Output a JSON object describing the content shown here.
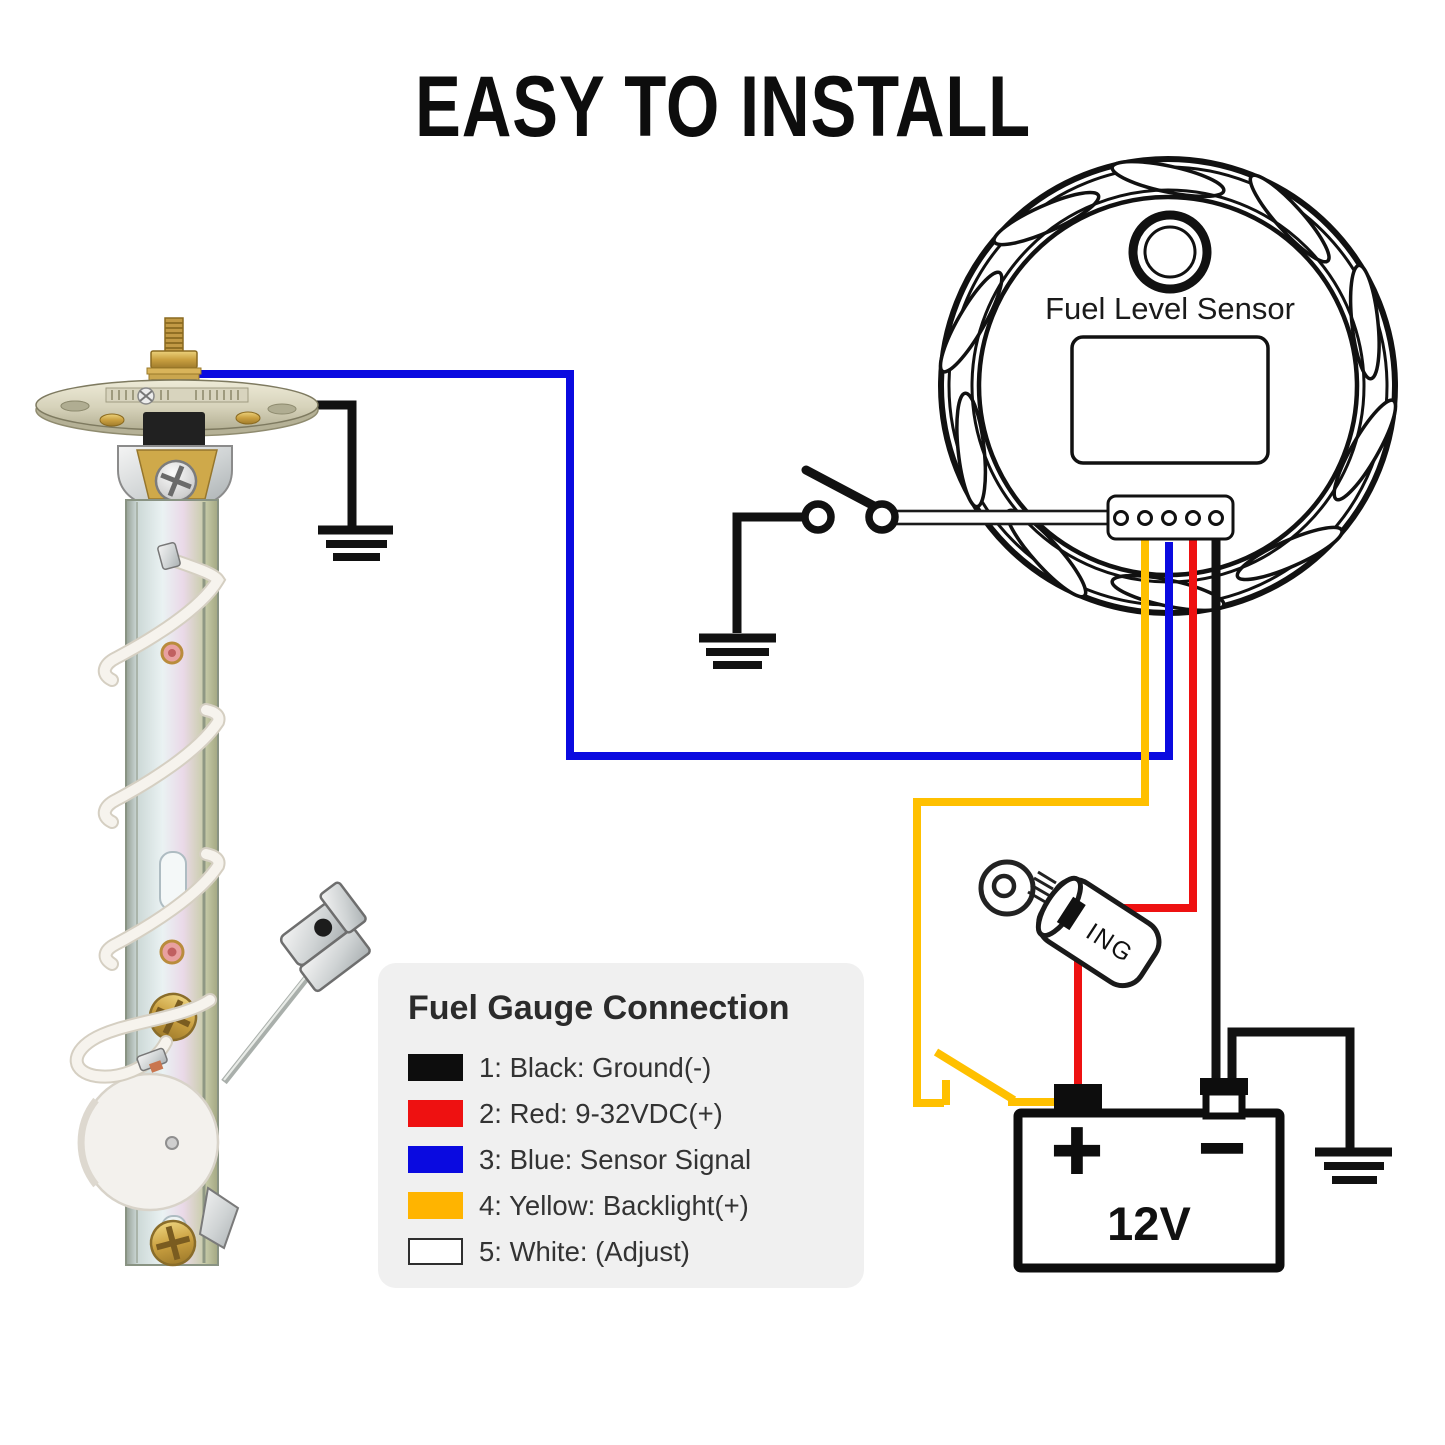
{
  "title": "EASY TO INSTALL",
  "gauge": {
    "label": "Fuel Level Sensor"
  },
  "ignition": {
    "label": "ING"
  },
  "battery": {
    "plus": "+",
    "minus": "−",
    "voltage": "12V"
  },
  "legend": {
    "title": "Fuel Gauge Connection",
    "items": [
      {
        "label": "1: Black: Ground(-)",
        "color": "#0d0d0d"
      },
      {
        "label": "2: Red: 9-32VDC(+)",
        "color": "#ee1111"
      },
      {
        "label": "3: Blue: Sensor Signal",
        "color": "#0a0ae0"
      },
      {
        "label": "4: Yellow: Backlight(+)",
        "color": "#ffb400"
      },
      {
        "label": "5: White: (Adjust)",
        "color": "#ffffff"
      }
    ]
  },
  "colors": {
    "black": "#111111",
    "red": "#ee1111",
    "blue": "#0a0ae0",
    "yellow": "#ffc000",
    "white": "#ffffff"
  }
}
